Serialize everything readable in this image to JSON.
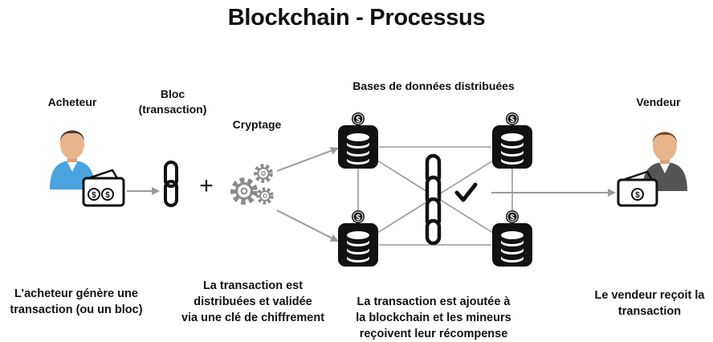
{
  "title": "Blockchain - Processus",
  "labels": {
    "buyer": "Acheteur",
    "block": "Bloc\n(transaction)",
    "crypto": "Cryptage",
    "distributed": "Bases de données distribuées",
    "seller": "Vendeur"
  },
  "captions": {
    "buyer": "L’acheteur génère une\ntransaction (ou un bloc)",
    "crypto": "La transaction est\ndistribuées et validée\nvia une clé de chiffrement",
    "blockchain": "La transaction est ajoutée à\nla blockchain et les mineurs\nreçoivent leur récompense",
    "seller": "Le vendeur reçoit la\ntransaction"
  },
  "symbols": {
    "plus": "+",
    "dollar": "$"
  },
  "icons": [
    "person-icon",
    "wallet-icon",
    "chain-link-icon",
    "gears-icon",
    "database-icon",
    "checkmark-icon"
  ],
  "colors": {
    "arrow": "#9a9a9a",
    "icon": "#111111",
    "skin": "#e8b48c",
    "shirt_buyer": "#4aa3df",
    "shirt_seller": "#555555"
  }
}
